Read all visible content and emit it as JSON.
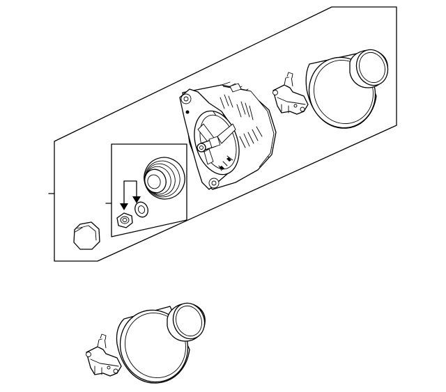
{
  "figure": {
    "parts": [
      {
        "name": "alternator"
      },
      {
        "name": "pulley"
      },
      {
        "name": "nut"
      },
      {
        "name": "washer"
      },
      {
        "name": "cap"
      },
      {
        "name": "voltage-regulator"
      },
      {
        "name": "protective-cover"
      }
    ],
    "callouts": [],
    "colors": {
      "line": "#000000",
      "background": "#ffffff"
    }
  }
}
